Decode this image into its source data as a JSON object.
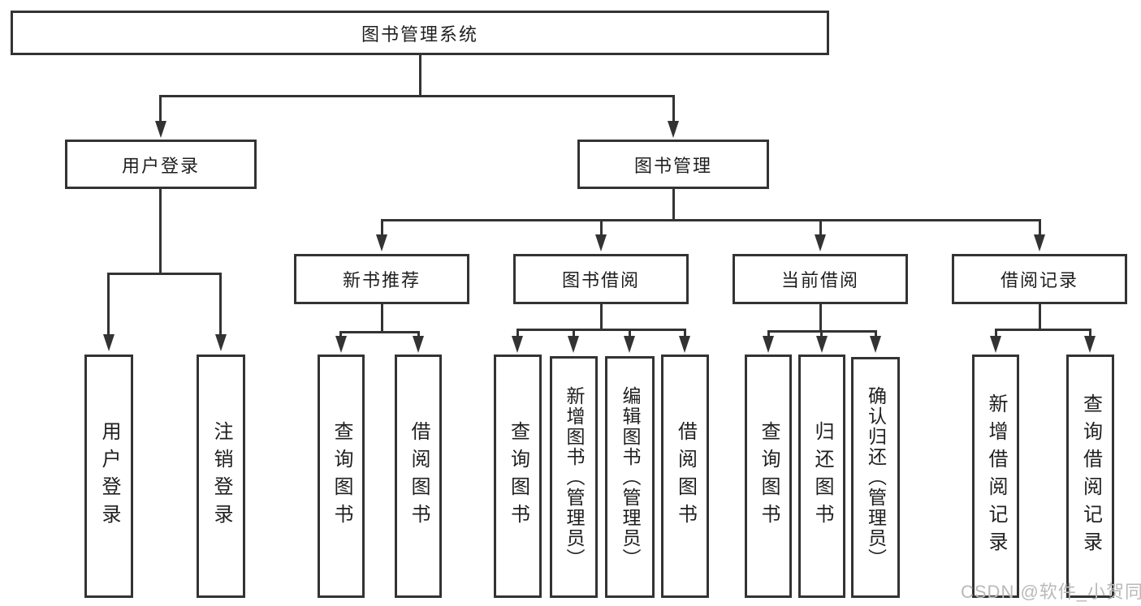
{
  "diagram": {
    "root": {
      "label": "图书管理系统"
    },
    "branches": [
      {
        "label": "用户登录",
        "children": [
          {
            "label": "用户登录"
          },
          {
            "label": "注销登录"
          }
        ]
      },
      {
        "label": "图书管理",
        "children": [
          {
            "label": "新书推荐",
            "children": [
              {
                "label": "查询图书"
              },
              {
                "label": "借阅图书"
              }
            ]
          },
          {
            "label": "图书借阅",
            "children": [
              {
                "label": "查询图书"
              },
              {
                "label": "新增图书（管理员）"
              },
              {
                "label": "编辑图书（管理员）"
              },
              {
                "label": "借阅图书"
              }
            ]
          },
          {
            "label": "当前借阅",
            "children": [
              {
                "label": "查询图书"
              },
              {
                "label": "归还图书"
              },
              {
                "label": "确认归还（管理员）"
              }
            ]
          },
          {
            "label": "借阅记录",
            "children": [
              {
                "label": "新增借阅记录"
              },
              {
                "label": "查询借阅记录"
              }
            ]
          }
        ]
      }
    ]
  },
  "watermark": "CSDN @软件_小贺同学",
  "colors": {
    "line": "#333333",
    "text": "#1f1f1f",
    "box_fill": "#ffffff",
    "watermark_text": "#b9b9b9",
    "background": "#ffffff"
  }
}
